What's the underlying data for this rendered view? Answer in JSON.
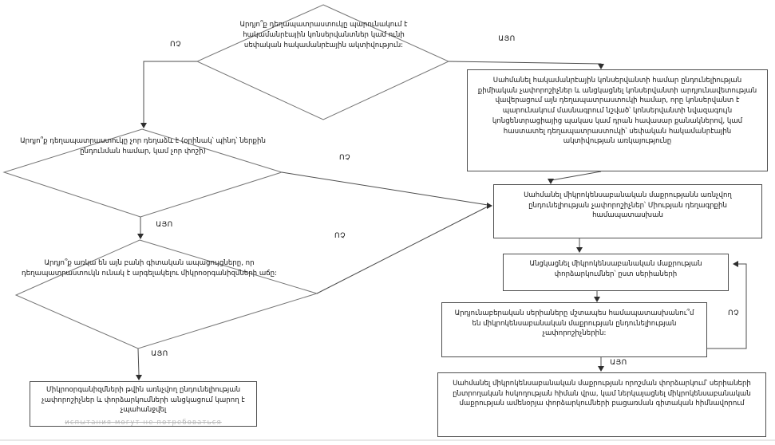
{
  "diagram": {
    "title_hint": "microbiological-quality-decision-flowchart",
    "labels": {
      "yes": "ԱՅՈ",
      "no": "ՈՉ"
    },
    "decisions": {
      "d1": "Արդյո՞ք դեղապատրաստուկը պարունակում է հակամանրէային կոնսերվանտներ կամ ունի սեփական հակամանրէային ակտիվություն:",
      "d2": "Արդյո՞ք դեղապատրաստուկը չոր դեղաձև է (օրինակ՝ պինդ՝ ներքին ընդունման համար, կամ չոր փոշի)",
      "d3": "Արդյո՞ք առկա են այն բանի գիտական ապացույցները, որ դեղապատրաստուկն ունակ է արգելակելու միկրոօրգանիզմների աճը:",
      "d4": "Արդյունաբերական սերիաները մշտապես համապատասխանու՞մ են միկրոկենսաբանական մաքրության ընդունելիության չափորոշիչներին:"
    },
    "processes": {
      "set_preservative_criteria": "Սահմանել հակամանրէային կոնսերվանտի համար ընդունելիության քիմիական չափորոշիչներ և անցկացնել կոնսերվանտի արդյունավետության վավերացում այն դեղապատրաստուկի համար, որը կոնսերվանտ է պարունակում մասնագրում նշված՝ կոնսերվանտի նվազագույն կոնցենտրացիայից պակաս կամ դրան հավասար քանակներով, կամ հաստատել դեղապատրաստուկի՝ սեփական հակամանրէային ակտիվության առկայությունը",
      "set_purity_criteria": "Սահմանել միկրոկենսաբանական մաքրությանն առնչվող ընդունելիության չափորոշիչներ՝ Միության դեղագրքին համապատասխան",
      "test_by_batches": "Անցկացնել միկրոկենսաբանական մաքրության փորձարկումներ՝ ըստ սերիաների",
      "skip_testing_justification": "Սահմանել միկրոկենսաբանական մաքրության որոշման փորձարկում՝ սերիաների ընտրողական հսկողության հիման վրա, կամ ներկայացնել միկրոկենսաբանական մաքրության ամենօրյա փորձարկումների բացառման գիտական հիմնավորում",
      "criteria_not_required": "Միկրոօրգանիզմների թվին առնչվող ընդունելիության չափորոշիչներ և փորձարկումների անցկացում կարող է չպահանջվել",
      "criteria_not_required_faded": "испытания могут не потребоваться"
    },
    "colors": {
      "background": "#ffffff",
      "line": "#4d4d4d",
      "text": "#141414",
      "faded_text": "#b9b9b9"
    }
  }
}
